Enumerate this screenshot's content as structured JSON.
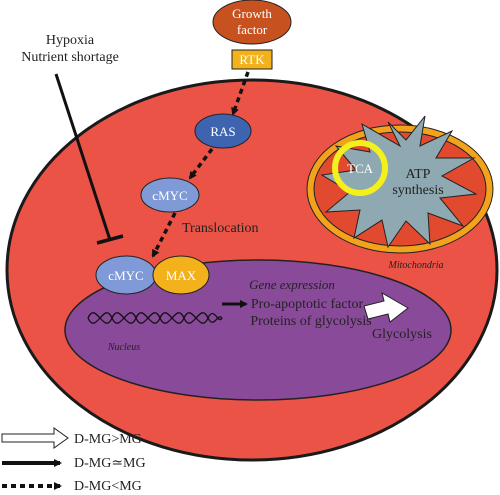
{
  "labels": {
    "growth_factor_line1": "Growth",
    "growth_factor_line2": "factor",
    "rtk": "RTK",
    "hypoxia": "Hypoxia",
    "nutrient_shortage": "Nutrient shortage",
    "ras": "RAS",
    "cmyc_cyto": "cMYC",
    "translocation": "Translocation",
    "cmyc_nucleus": "cMYC",
    "max": "MAX",
    "nucleus": "Nucleus",
    "gene_expression": "Gene expression",
    "pro_apoptotic": "Pro-apoptotic factor",
    "proteins_glycolysis": "Proteins of glycolysis",
    "glycolysis": "Glycolysis",
    "tca": "TCA",
    "atp_line1": "ATP",
    "atp_line2": "synthesis",
    "mitochondria": "Mitochondria"
  },
  "legend": [
    {
      "style": "open-arrow",
      "label": "D-MG>MG"
    },
    {
      "style": "solid-arrow",
      "label": "D-MG≃MG"
    },
    {
      "style": "dashed-arrow",
      "label": "D-MG<MG"
    }
  ],
  "colors": {
    "cell": "#ec5347",
    "cell_border": "#1a1a1a",
    "nucleus": "#8a4a9a",
    "ras": "#3e64b0",
    "cmyc": "#7f9ad6",
    "max": "#f3b21c",
    "growth_factor": "#c8521f",
    "rtk": "#f3b21c",
    "mito_outer": "#f3a21c",
    "mito_inner": "#e24a2f",
    "cristae": "#8fa9b3",
    "tca_ring": "#f4f01c"
  }
}
